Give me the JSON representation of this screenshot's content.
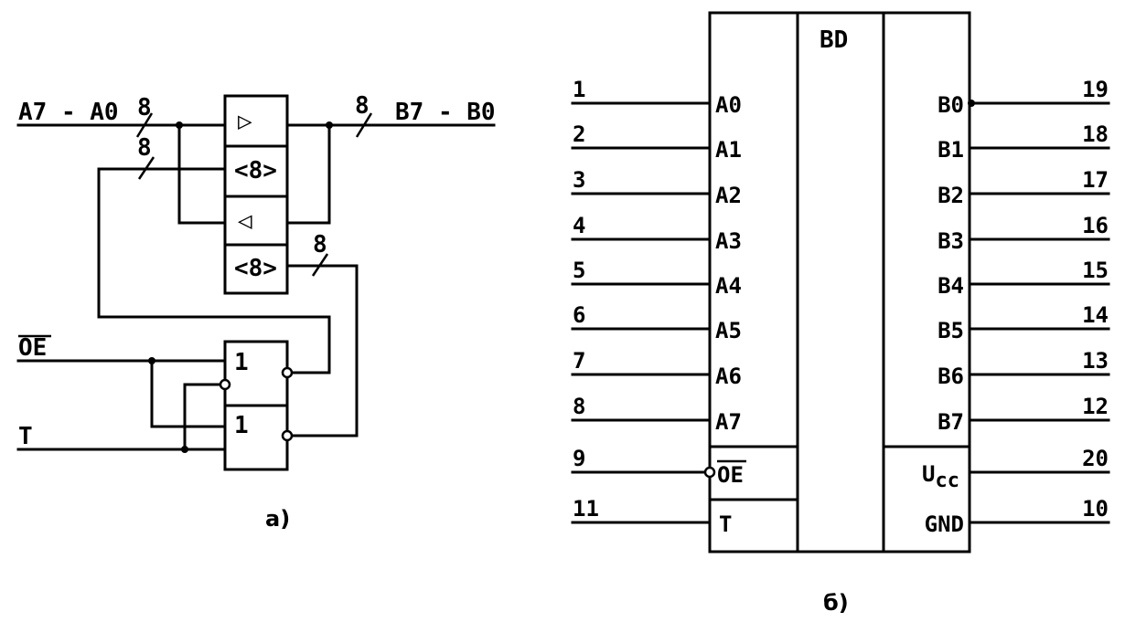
{
  "left": {
    "bus_in_label": "A7 - A0",
    "bus_out_label": "B7 - B0",
    "bus_width": "8",
    "driver_fwd_symbol": "▷",
    "driver_rev_symbol": "◁",
    "enable_label": "<8>",
    "oe_label": "OE",
    "t_label": "T",
    "gate_label": "1",
    "caption": "а)"
  },
  "right": {
    "title": "BD",
    "a_pins": [
      {
        "num": "1",
        "name": "A0"
      },
      {
        "num": "2",
        "name": "A1"
      },
      {
        "num": "3",
        "name": "A2"
      },
      {
        "num": "4",
        "name": "A3"
      },
      {
        "num": "5",
        "name": "A4"
      },
      {
        "num": "6",
        "name": "A5"
      },
      {
        "num": "7",
        "name": "A6"
      },
      {
        "num": "8",
        "name": "A7"
      }
    ],
    "b_pins": [
      {
        "num": "19",
        "name": "B0"
      },
      {
        "num": "18",
        "name": "B1"
      },
      {
        "num": "17",
        "name": "B2"
      },
      {
        "num": "16",
        "name": "B3"
      },
      {
        "num": "15",
        "name": "B4"
      },
      {
        "num": "14",
        "name": "B5"
      },
      {
        "num": "13",
        "name": "B6"
      },
      {
        "num": "12",
        "name": "B7"
      }
    ],
    "oe_pin": {
      "num": "9",
      "name": "OE"
    },
    "t_pin": {
      "num": "11",
      "name": "T"
    },
    "ucc_pin": {
      "num": "20",
      "name_main": "U",
      "name_sub": "cc"
    },
    "gnd_pin": {
      "num": "10",
      "name": "GND"
    },
    "caption": "б)"
  }
}
